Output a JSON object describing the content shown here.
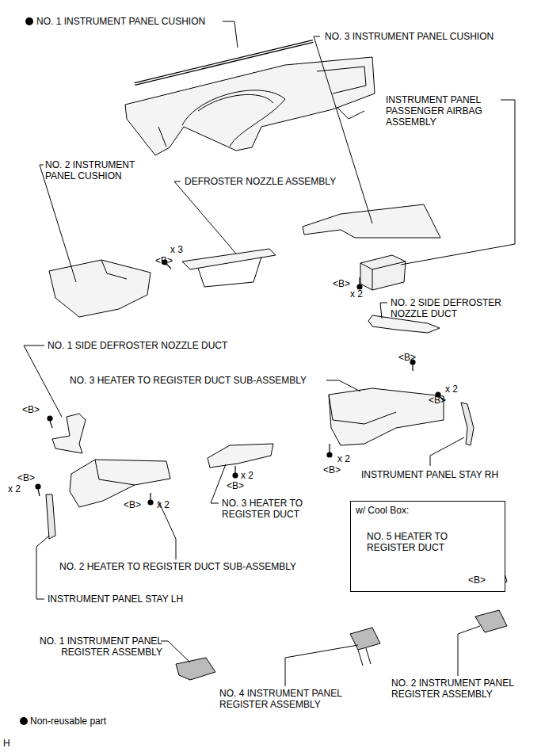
{
  "diagram": {
    "nodes": [
      {
        "text": [
          "w/ Cool Box:",
          "NO. 5 HEATER TO REGISTER DUCT",
          "<B>"
        ]
      }
    ],
    "labels": [
      "NO. 1 INSTRUMENT PANEL CUSHION",
      "NO. 3 INSTRUMENT PANEL CUSHION",
      "INSTRUMENT PANEL PASSENGER AIRBAG ASSEMBLY",
      "NO. 2 INSTRUMENT PANEL CUSHION",
      "DEFROSTER NOZZLE ASSEMBLY",
      "x 3",
      "<B>",
      "<B>",
      "x 2",
      "NO. 2 SIDE DEFROSTER NOZZLE DUCT",
      "<B>",
      "NO. 1 SIDE DEFROSTER NOZZLE DUCT",
      "NO. 3 HEATER TO REGISTER DUCT SUB-ASSEMBLY",
      "x 2",
      "<B>",
      "<B>",
      "<B>",
      "x 2",
      "x 2",
      "<B>",
      "INSTRUMENT PANEL STAY RH",
      "<B>",
      "x 2",
      "x 2",
      "<B>",
      "NO. 3 HEATER TO REGISTER DUCT",
      "NO. 2 HEATER TO REGISTER DUCT SUB-ASSEMBLY",
      "INSTRUMENT PANEL STAY LH",
      "NO. 1 INSTRUMENT PANEL REGISTER ASSEMBLY",
      "NO. 4 INSTRUMENT PANEL REGISTER ASSEMBLY",
      "NO. 2 INSTRUMENT PANEL REGISTER ASSEMBLY",
      "H"
    ],
    "legend": [
      {
        "text": "Non-reusable part"
      }
    ]
  }
}
